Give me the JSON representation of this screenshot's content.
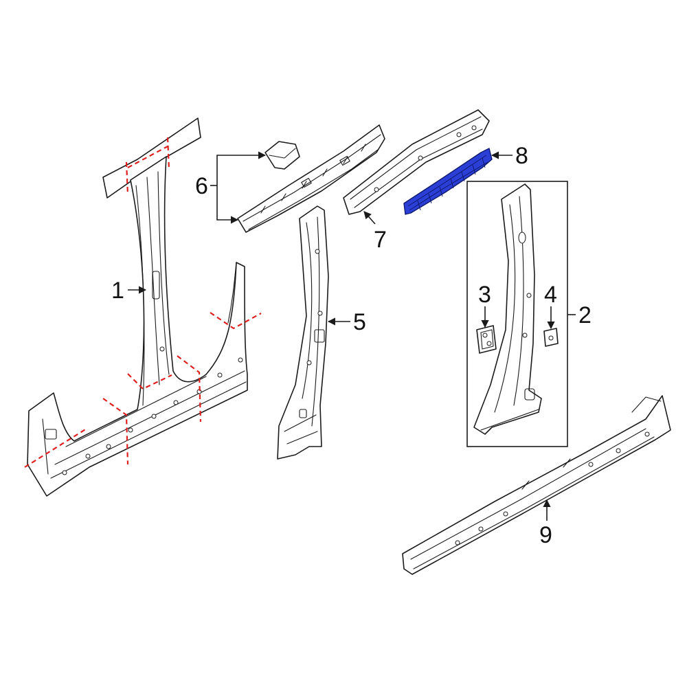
{
  "colors": {
    "cut_line": "#e01f1f",
    "highlight_fill": "#2b3fd6",
    "highlight_stroke": "#0f1a6e",
    "line": "#1a1a1a"
  },
  "callouts": {
    "c1": "1",
    "c2": "2",
    "c3": "3",
    "c4": "4",
    "c5": "5",
    "c6": "6",
    "c7": "7",
    "c8": "8",
    "c9": "9"
  }
}
